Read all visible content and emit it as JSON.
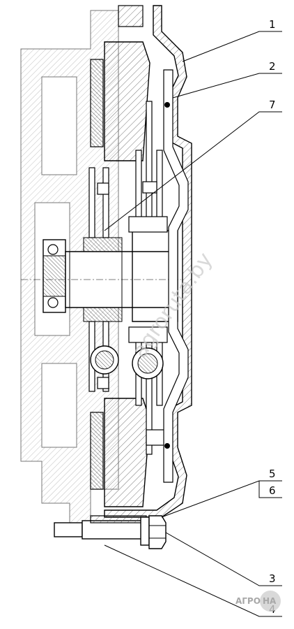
{
  "callouts": [
    {
      "label": "1"
    },
    {
      "label": "2"
    },
    {
      "label": "7"
    },
    {
      "label": "5"
    },
    {
      "label": "6"
    },
    {
      "label": "3"
    },
    {
      "label": "4"
    }
  ],
  "watermark": "agroruta.by",
  "logo": {
    "left": "АГРО",
    "right": "НА"
  },
  "colors": {
    "line": "#000000",
    "hatch": "#555555",
    "watermark": "#c9c9c9"
  }
}
